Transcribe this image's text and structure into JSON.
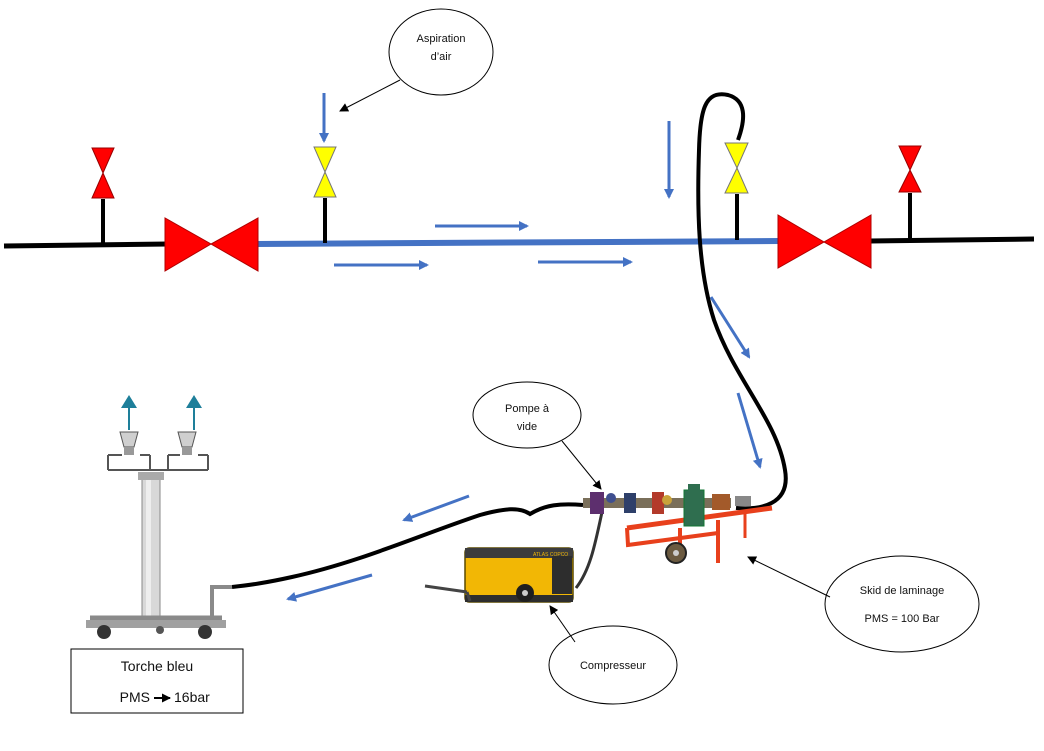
{
  "labels": {
    "aspiration_line1": "Aspiration",
    "aspiration_line2": "d’air",
    "pompe_line1": "Pompe à",
    "pompe_line2": "vide",
    "skid_line1": "Skid de laminage",
    "skid_line2": "PMS = 100 Bar",
    "compresseur": "Compresseur",
    "torche_title": "Torche bleu",
    "torche_pms": "PMS",
    "torche_pms_value": "16bar",
    "compressor_brand": "ATLAS COPCO"
  },
  "colors": {
    "pipeline_isolated": "#4472c4",
    "pipeline": "#000000",
    "flow_arrow": "#4472c4",
    "block_valve": "#ff0000",
    "vent_valve_red": "#ff0000",
    "vent_valve_yellow": "#ffff00",
    "skid_frame": "#e8401c",
    "compressor": "#f2b705",
    "torch_arrow": "#1e7f9a"
  },
  "icons": {
    "block_valve": "gate-valve-icon",
    "vent_valve": "vent-valve-icon",
    "flow": "flow-arrow-icon",
    "torch": "flare-torch-icon",
    "compressor": "air-compressor-icon",
    "skid": "pressure-reduction-skid-icon"
  }
}
